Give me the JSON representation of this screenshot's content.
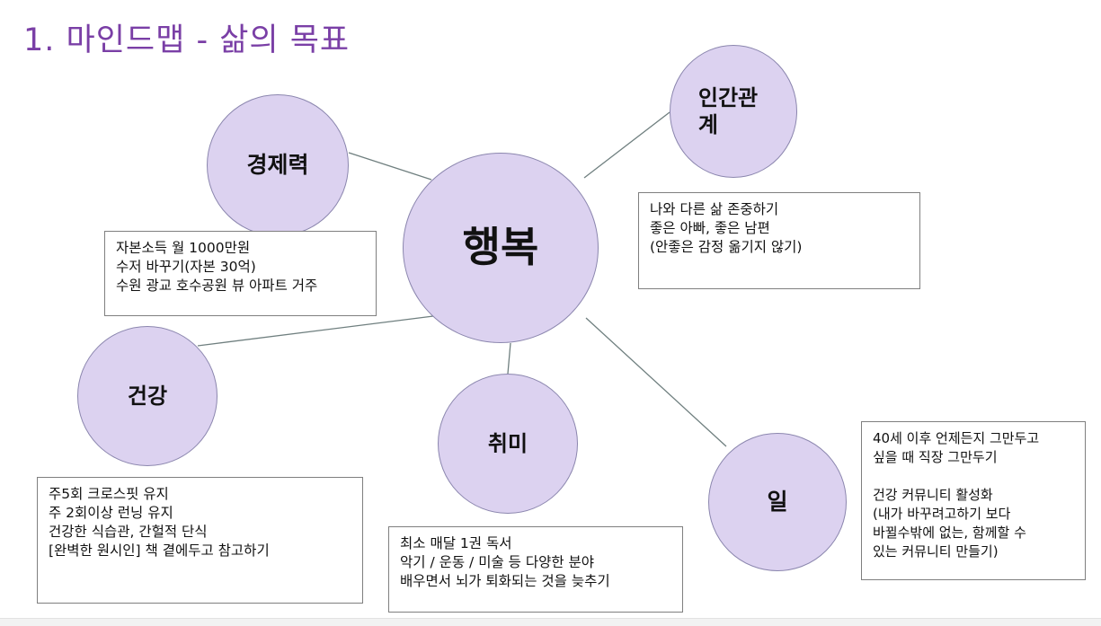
{
  "title": "1. 마인드맵 - 삶의 목표",
  "colors": {
    "title": "#7a3fa6",
    "node_fill": "#dcd2f0",
    "node_border": "#8b86ae",
    "connector": "#6f7f7f"
  },
  "center_label": "행복",
  "nodes": {
    "economy": "경제력",
    "relations_line1": "인간관",
    "relations_line2": "계",
    "health": "건강",
    "hobby": "취미",
    "work": "일"
  },
  "notes": {
    "economy": [
      "자본소득 월 1000만원",
      "수저 바꾸기(자본 30억)",
      "수원 광교 호수공원 뷰 아파트 거주"
    ],
    "relations": [
      "나와 다른 삶 존중하기",
      "좋은 아빠, 좋은 남편",
      "(안좋은 감정 옮기지 않기)"
    ],
    "health": [
      "주5회 크로스핏 유지",
      "주 2회이상 런닝 유지",
      "건강한 식습관, 간헐적 단식",
      "[완벽한 원시인] 책 곁에두고 참고하기"
    ],
    "hobby": [
      "최소 매달 1권 독서",
      "악기 / 운동 / 미술 등 다양한 분야",
      "배우면서 뇌가 퇴화되는 것을 늦추기"
    ],
    "work": [
      "40세 이후 언제든지 그만두고",
      "싶을 때 직장 그만두기",
      "",
      "건강 커뮤니티 활성화",
      "(내가 바꾸려고하기 보다",
      "바뀔수밖에 없는, 함께할 수",
      "있는 커뮤니티 만들기)"
    ]
  }
}
